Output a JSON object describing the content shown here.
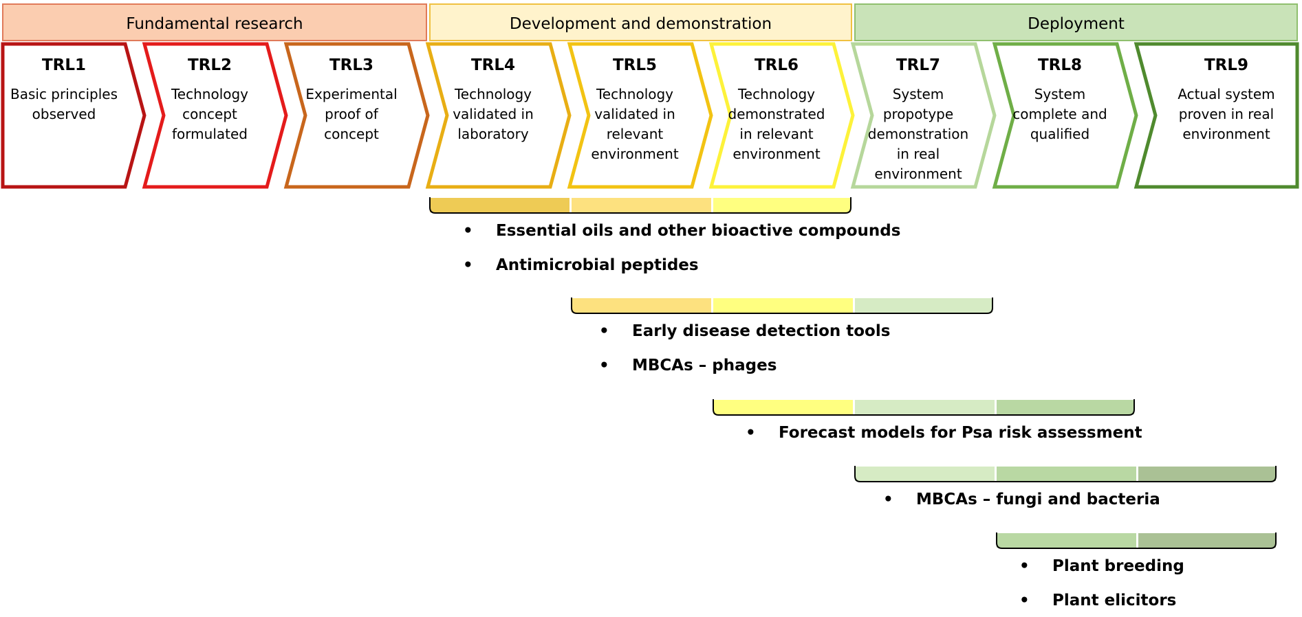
{
  "phases": [
    {
      "label": "Fundamental research",
      "fill": "#fbcdb0",
      "stroke": "#e07a5a"
    },
    {
      "label": "Development and demonstration",
      "fill": "#fff3cc",
      "stroke": "#f0c040"
    },
    {
      "label": "Deployment",
      "fill": "#c9e3b8",
      "stroke": "#8fbf6e"
    }
  ],
  "trls": [
    {
      "id": "TRL1",
      "lines": [
        "Basic principles",
        "observed"
      ],
      "color": "#b81414"
    },
    {
      "id": "TRL2",
      "lines": [
        "Technology",
        "concept",
        "formulated"
      ],
      "color": "#e41b1b"
    },
    {
      "id": "TRL3",
      "lines": [
        "Experimental",
        "proof of",
        "concept"
      ],
      "color": "#c8661c"
    },
    {
      "id": "TRL4",
      "lines": [
        "Technology",
        "validated in",
        "laboratory"
      ],
      "color": "#e8ae14"
    },
    {
      "id": "TRL5",
      "lines": [
        "Technology",
        "validated in",
        "relevant",
        "environment"
      ],
      "color": "#f2c313"
    },
    {
      "id": "TRL6",
      "lines": [
        "Technology",
        "demonstrated",
        "in relevant",
        "environment"
      ],
      "color": "#fdf23a"
    },
    {
      "id": "TRL7",
      "lines": [
        "System",
        "propotype",
        "demonstration",
        "in real",
        "environment"
      ],
      "color": "#b6d79b"
    },
    {
      "id": "TRL8",
      "lines": [
        "System",
        "complete and",
        "qualified"
      ],
      "color": "#6fae47"
    },
    {
      "id": "TRL9",
      "lines": [
        "Actual system",
        "proven in real",
        "environment"
      ],
      "color": "#4f8a2e"
    }
  ],
  "segment_colors": [
    "#eecb55",
    "#fde17f",
    "#ffff80",
    "#d6ebc4",
    "#b9d8a3",
    "#aac195"
  ],
  "technologies": [
    {
      "trl_range": [
        4,
        6
      ],
      "items": [
        "Essential oils and other bioactive compounds",
        "Antimicrobial peptides"
      ]
    },
    {
      "trl_range": [
        5,
        7
      ],
      "items": [
        "Early disease detection tools",
        "MBCAs – phages"
      ]
    },
    {
      "trl_range": [
        6,
        8
      ],
      "items": [
        "Forecast models for Psa risk assessment"
      ]
    },
    {
      "trl_range": [
        7,
        9
      ],
      "items": [
        "MBCAs – fungi and bacteria"
      ]
    },
    {
      "trl_range": [
        8,
        9
      ],
      "items": [
        "Plant breeding",
        "Plant elicitors"
      ]
    }
  ],
  "bullet_symbol": "•"
}
